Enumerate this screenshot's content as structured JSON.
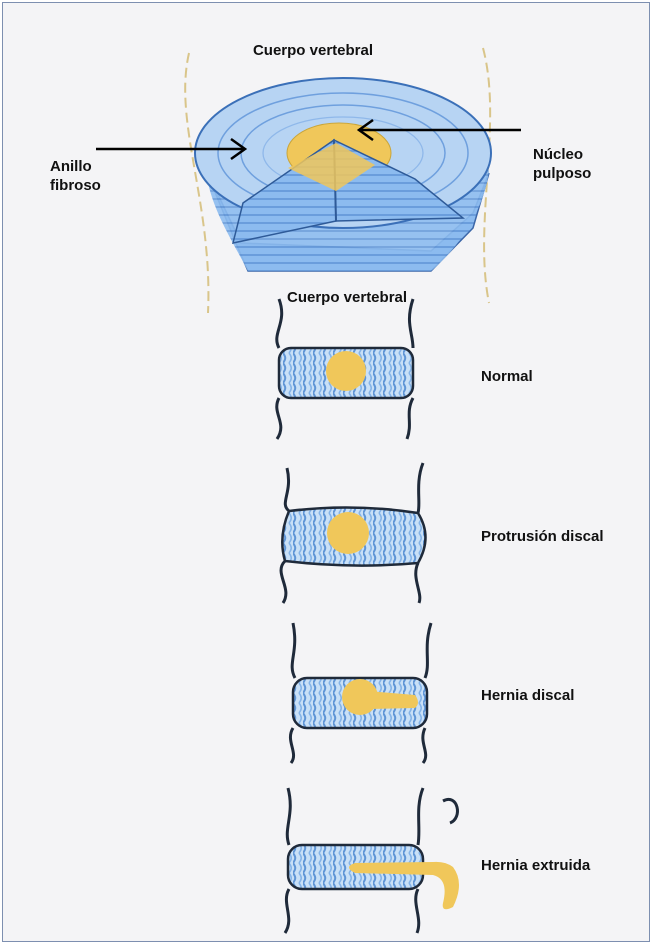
{
  "labels": {
    "cuerpo_vertebral_top": "Cuerpo vertebral",
    "anillo_fibroso": "Anillo\nfibroso",
    "nucleo_pulposo": "Núcleo\npulposo",
    "cuerpo_vertebral_mid": "Cuerpo vertebral"
  },
  "stages": [
    {
      "label": "Normal"
    },
    {
      "label": "Protrusión discal"
    },
    {
      "label": "Hernia discal"
    },
    {
      "label": "Hernia extruida"
    }
  ],
  "colors": {
    "annulus": "#7fb0e8",
    "annulus_light": "#c9e0f7",
    "nucleus": "#f0c75a",
    "outline": "#1f2a3a",
    "arrow": "#000000",
    "frame_border": "#7d8fb0"
  }
}
